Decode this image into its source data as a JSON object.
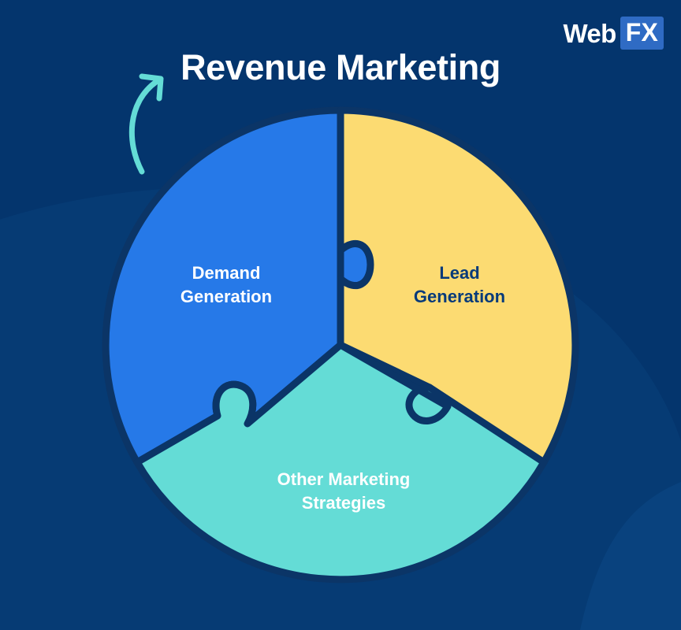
{
  "page": {
    "background_color": "#04356d",
    "accent_blue": "#2679e8",
    "accent_yellow": "#fcdb72",
    "accent_teal": "#64dcd6",
    "outline_navy": "#0b3567",
    "bg_shape_color": "#083b72"
  },
  "logo": {
    "name": "webfx-logo",
    "web_text": "Web",
    "fx_text": "FX",
    "fx_box_color": "#2f6bc4"
  },
  "title": {
    "text": "Revenue Marketing"
  },
  "arrow": {
    "name": "curved-arrow-icon",
    "color": "#64dcd6",
    "direction": "up-right"
  },
  "chart_data": {
    "type": "pie",
    "title": "Revenue Marketing",
    "style": "jigsaw-puzzle-pie",
    "center": [
      432,
      438
    ],
    "radius": 298,
    "grid": false,
    "legend_position": "inline-labels",
    "categories": [
      "Demand Generation",
      "Lead Generation",
      "Other Marketing Strategies"
    ],
    "values": [
      33.33,
      33.33,
      33.33
    ],
    "colors": [
      "#2679e8",
      "#fcdb72",
      "#64dcd6"
    ],
    "label_colors": [
      "#ffffff",
      "#063a7a",
      "#ffffff"
    ],
    "slices": [
      {
        "label": "Demand Generation",
        "label_line1": "Demand",
        "label_line2": "Generation",
        "value": 33.33,
        "color": "#2679e8",
        "text_color": "#ffffff",
        "start_angle_deg": 90,
        "end_angle_deg": 210
      },
      {
        "label": "Lead Generation",
        "label_line1": "Lead",
        "label_line2": "Generation",
        "value": 33.33,
        "color": "#fcdb72",
        "text_color": "#063a7a",
        "start_angle_deg": 330,
        "end_angle_deg": 90
      },
      {
        "label": "Other Marketing Strategies",
        "label_line1": "Other Marketing",
        "label_line2": "Strategies",
        "value": 33.33,
        "color": "#64dcd6",
        "text_color": "#ffffff",
        "start_angle_deg": 210,
        "end_angle_deg": 330
      }
    ]
  },
  "labels": {
    "demand": "Demand\nGeneration",
    "lead": "Lead\nGeneration",
    "other": "Other Marketing\nStrategies"
  }
}
